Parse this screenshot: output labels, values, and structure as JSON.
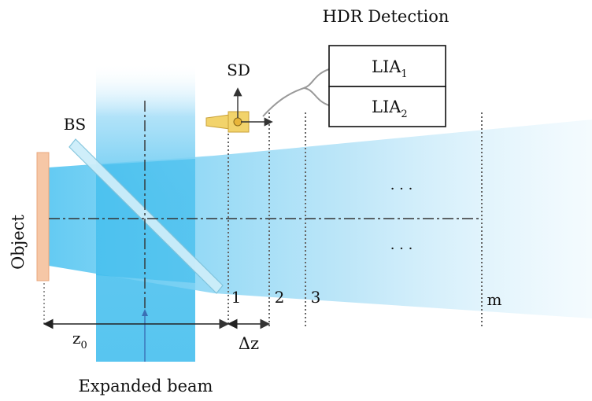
{
  "labels": {
    "hdr_detection": "HDR Detection",
    "lia1_base": "LIA",
    "lia1_sub": "1",
    "lia2_base": "LIA",
    "lia2_sub": "2",
    "sd": "SD",
    "bs": "BS",
    "object": "Object",
    "expanded_beam": "Expanded beam",
    "z0_base": "z",
    "z0_sub": "0",
    "delta_z": "Δz",
    "planes": [
      "1",
      "2",
      "3",
      "m"
    ],
    "dots": "· · ·"
  },
  "colors": {
    "beam_light": "#a9def7",
    "beam_mid": "#5cc4ef",
    "beam_dark": "#2db6ec",
    "object": "#f6c7a6",
    "object_edge": "#e9a77c",
    "detector": "#f2d36b",
    "detector_edge": "#c9a23a",
    "line": "#444444"
  }
}
